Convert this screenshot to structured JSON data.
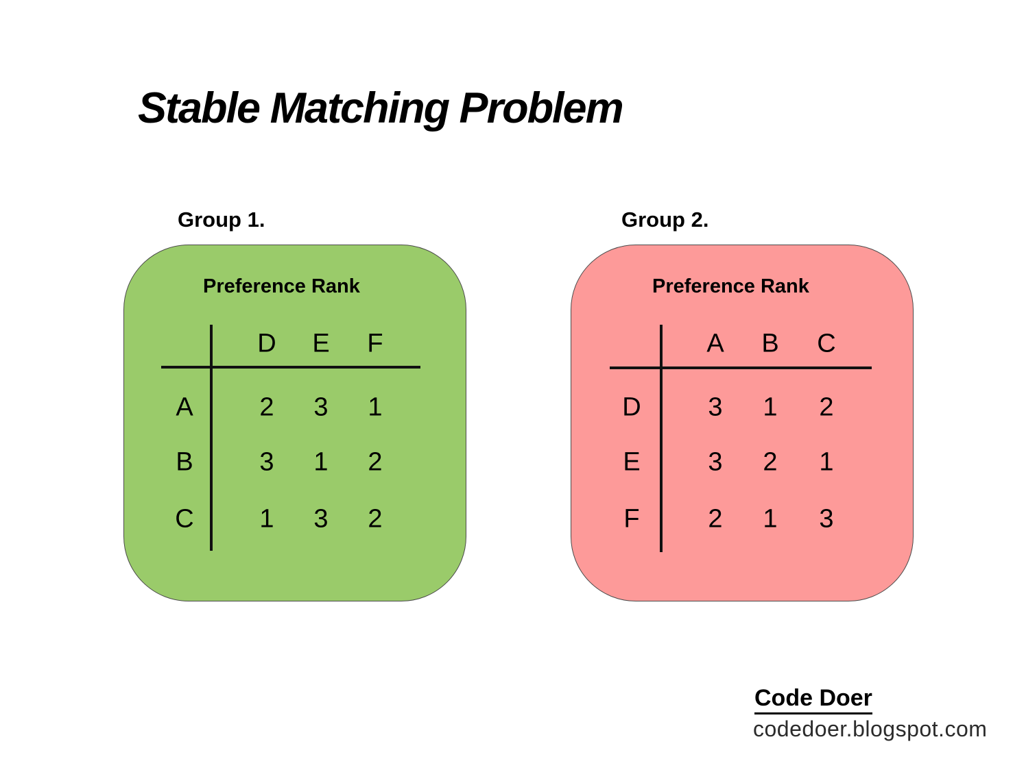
{
  "slide": {
    "title": "Stable Matching Problem"
  },
  "colors": {
    "group1_bg": "#9ACB6A",
    "group2_bg": "#FD9A99",
    "box_border": "#4A4A4A",
    "text": "#000000",
    "url_text": "#2B2B2B"
  },
  "group1": {
    "label": "Group 1.",
    "table_title": "Preference Rank",
    "columns": [
      "D",
      "E",
      "F"
    ],
    "rows": [
      {
        "label": "A",
        "values": [
          "2",
          "3",
          "1"
        ]
      },
      {
        "label": "B",
        "values": [
          "3",
          "1",
          "2"
        ]
      },
      {
        "label": "C",
        "values": [
          "1",
          "3",
          "2"
        ]
      }
    ]
  },
  "group2": {
    "label": "Group 2.",
    "table_title": "Preference Rank",
    "columns": [
      "A",
      "B",
      "C"
    ],
    "rows": [
      {
        "label": "D",
        "values": [
          "3",
          "1",
          "2"
        ]
      },
      {
        "label": "E",
        "values": [
          "3",
          "2",
          "1"
        ]
      },
      {
        "label": "F",
        "values": [
          "2",
          "1",
          "3"
        ]
      }
    ]
  },
  "footer": {
    "brand": "Code Doer",
    "url": "codedoer.blogspot.com"
  }
}
